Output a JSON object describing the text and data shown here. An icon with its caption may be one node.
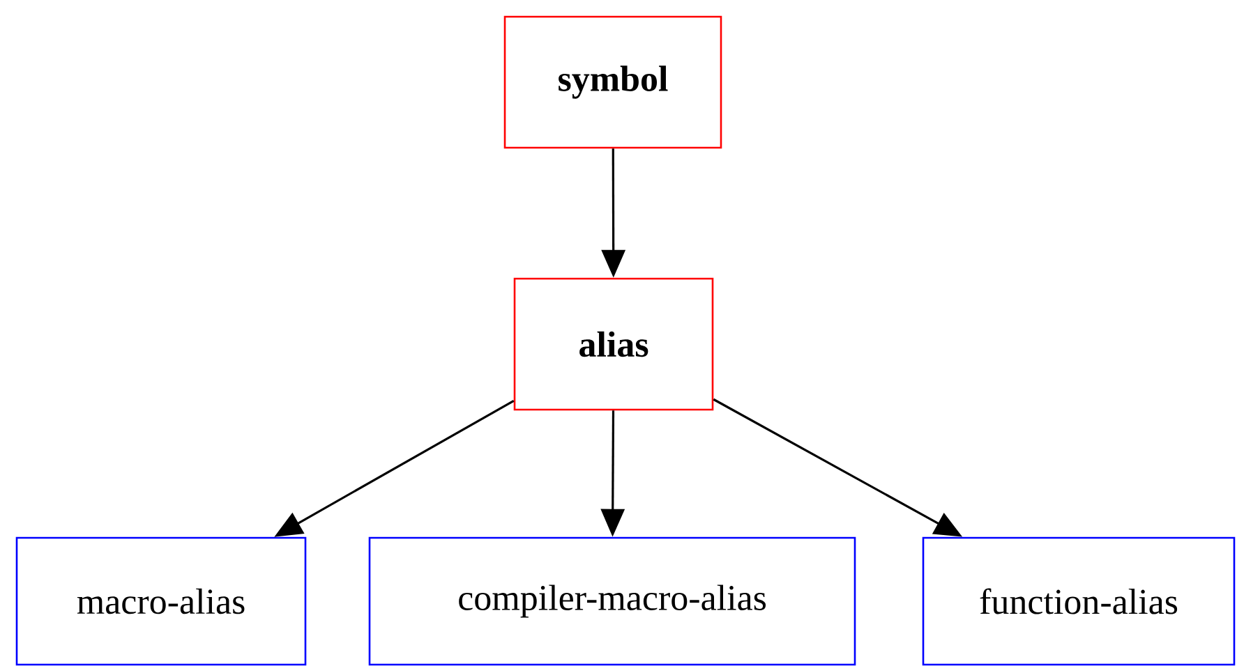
{
  "diagram": {
    "nodes": [
      {
        "text": [
          "symbol"
        ]
      },
      {
        "text": [
          "alias"
        ]
      },
      {
        "text": [
          "macro-alias"
        ]
      },
      {
        "text": [
          "compiler-macro-alias"
        ]
      },
      {
        "text": [
          "function-alias"
        ]
      }
    ],
    "edges": [
      {
        "from": 0,
        "to": 1,
        "arrow": "to"
      },
      {
        "from": 1,
        "to": 2,
        "arrow": "to"
      },
      {
        "from": 1,
        "to": 3,
        "arrow": "to"
      },
      {
        "from": 1,
        "to": 4,
        "arrow": "to"
      }
    ]
  }
}
